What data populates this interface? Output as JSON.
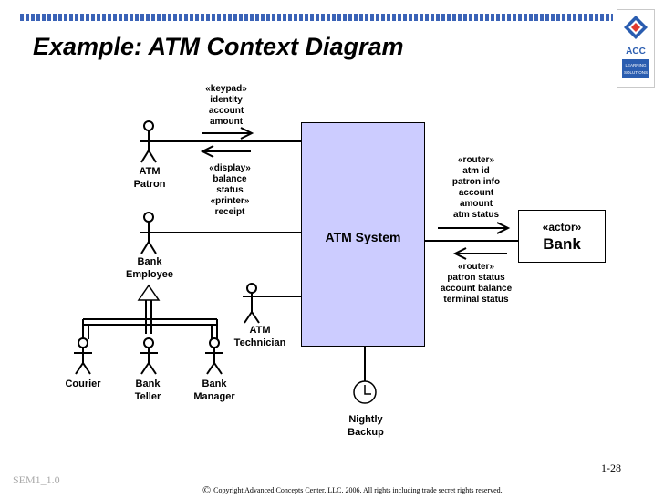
{
  "title": "Example:  ATM Context Diagram",
  "logo": {
    "text": "ACC",
    "tagline_1": "LEARNING",
    "tagline_2": "SOLUTIONS"
  },
  "system": {
    "label": "ATM System"
  },
  "actors": {
    "patron": "ATM\nPatron",
    "employee": "Bank\nEmployee",
    "technician": "ATM\nTechnician",
    "courier": "Courier",
    "teller": "Bank\nTeller",
    "manager": "Bank\nManager",
    "backup": "Nightly\nBackup"
  },
  "bank": {
    "stereotype": "«actor»",
    "name": "Bank"
  },
  "messages": {
    "keypad": [
      "«keypad»",
      "identity",
      "account",
      "amount"
    ],
    "display": [
      "«display»",
      "balance",
      "status",
      "«printer»",
      "receipt"
    ],
    "router_out": [
      "«router»",
      "atm id",
      "patron info",
      "account",
      "amount",
      "atm status"
    ],
    "router_in": [
      "«router»",
      "patron status",
      "account balance",
      "terminal status"
    ]
  },
  "footer": {
    "slide_number": "1-28",
    "left": "SEM1_1.0",
    "copyright_symbol": "©",
    "copyright": "Copyright Advanced Concepts Center, LLC. 2006. All rights including trade secret rights reserved."
  }
}
